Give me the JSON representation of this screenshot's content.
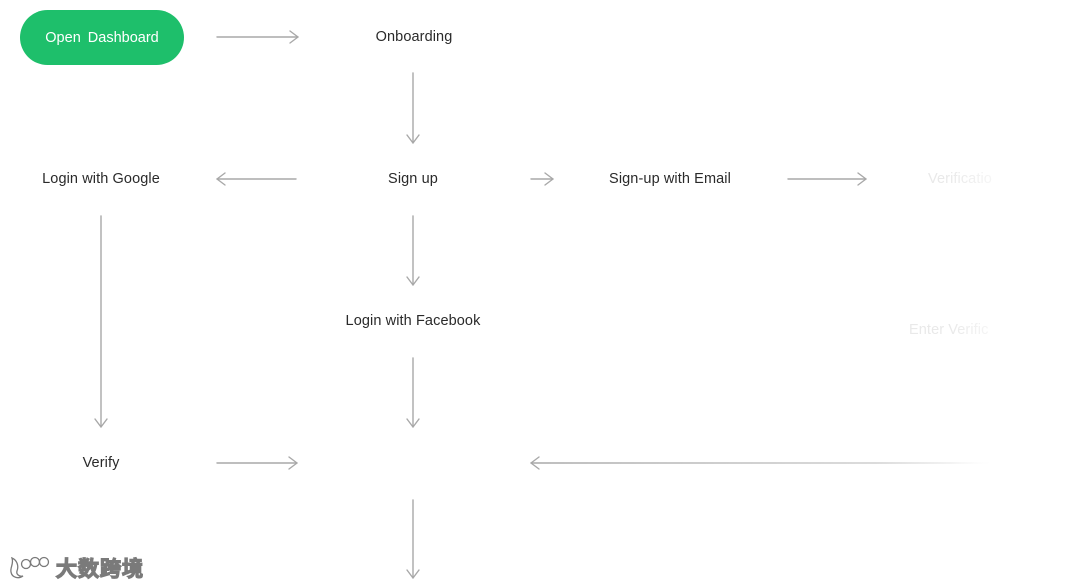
{
  "nodes": {
    "open_dashboard": "Open  Dashboard",
    "onboarding": "Onboarding",
    "login_google": "Login with Google",
    "sign_up": "Sign up",
    "signup_email": "Sign-up with Email",
    "verification": "Verificatio",
    "login_facebook": "Login with Facebook",
    "enter_verification": "Enter Verific",
    "verify": "Verify"
  },
  "colors": {
    "primary_button": "#1ebf6b",
    "arrow": "#a8a8a8",
    "text": "#2a2a2a"
  },
  "watermark": {
    "text": "大数跨境",
    "icon": "brand-logo-icon"
  }
}
